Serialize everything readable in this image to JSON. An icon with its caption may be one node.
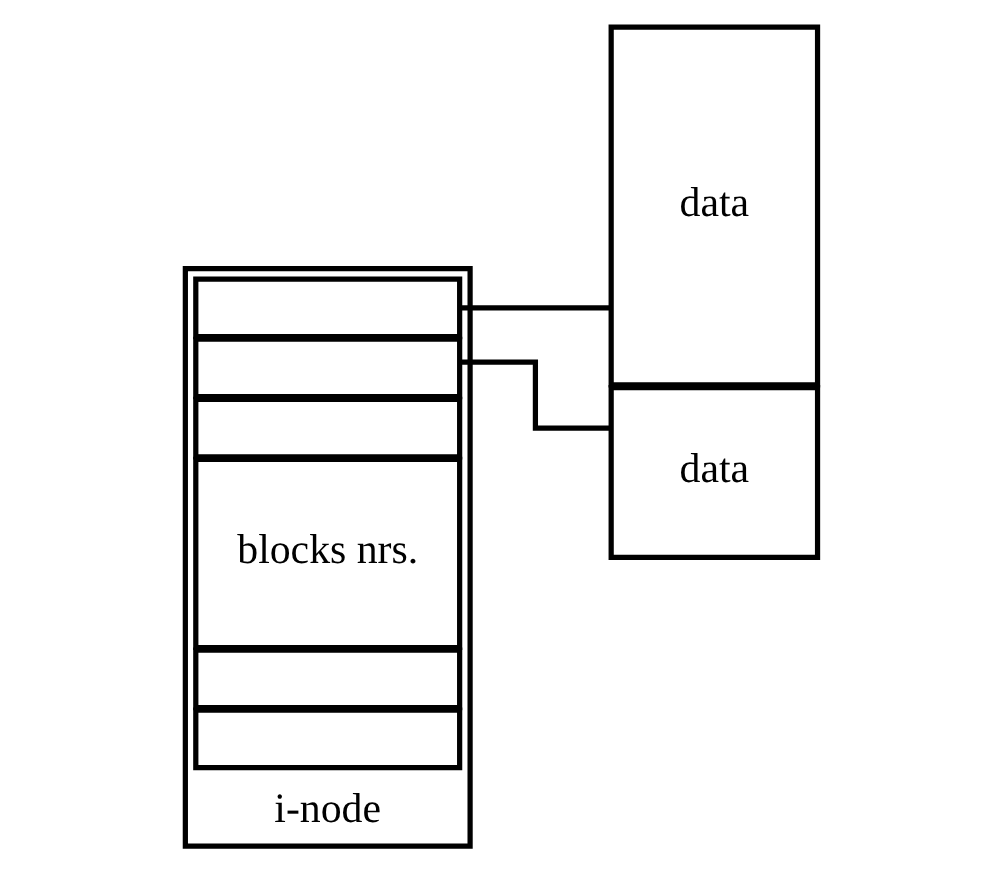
{
  "diagram": {
    "nodes": [
      {
        "text": [
          "i-node"
        ]
      },
      {
        "text": [],
        "shape": "box",
        "in": 0
      },
      {
        "text": [],
        "shape": "box",
        "in": 0
      },
      {
        "text": [],
        "shape": "box",
        "in": 0
      },
      {
        "text": [
          "blocks nrs."
        ],
        "in": 0
      },
      {
        "text": [],
        "shape": "box",
        "in": 0
      },
      {
        "text": [],
        "shape": "box",
        "in": 0
      },
      {
        "text": [
          "data"
        ]
      },
      {
        "text": [
          "data"
        ]
      }
    ],
    "edges": [
      {
        "from": 1,
        "to": 7,
        "arrow": "none"
      },
      {
        "from": 2,
        "to": 8,
        "arrow": "none"
      }
    ]
  }
}
